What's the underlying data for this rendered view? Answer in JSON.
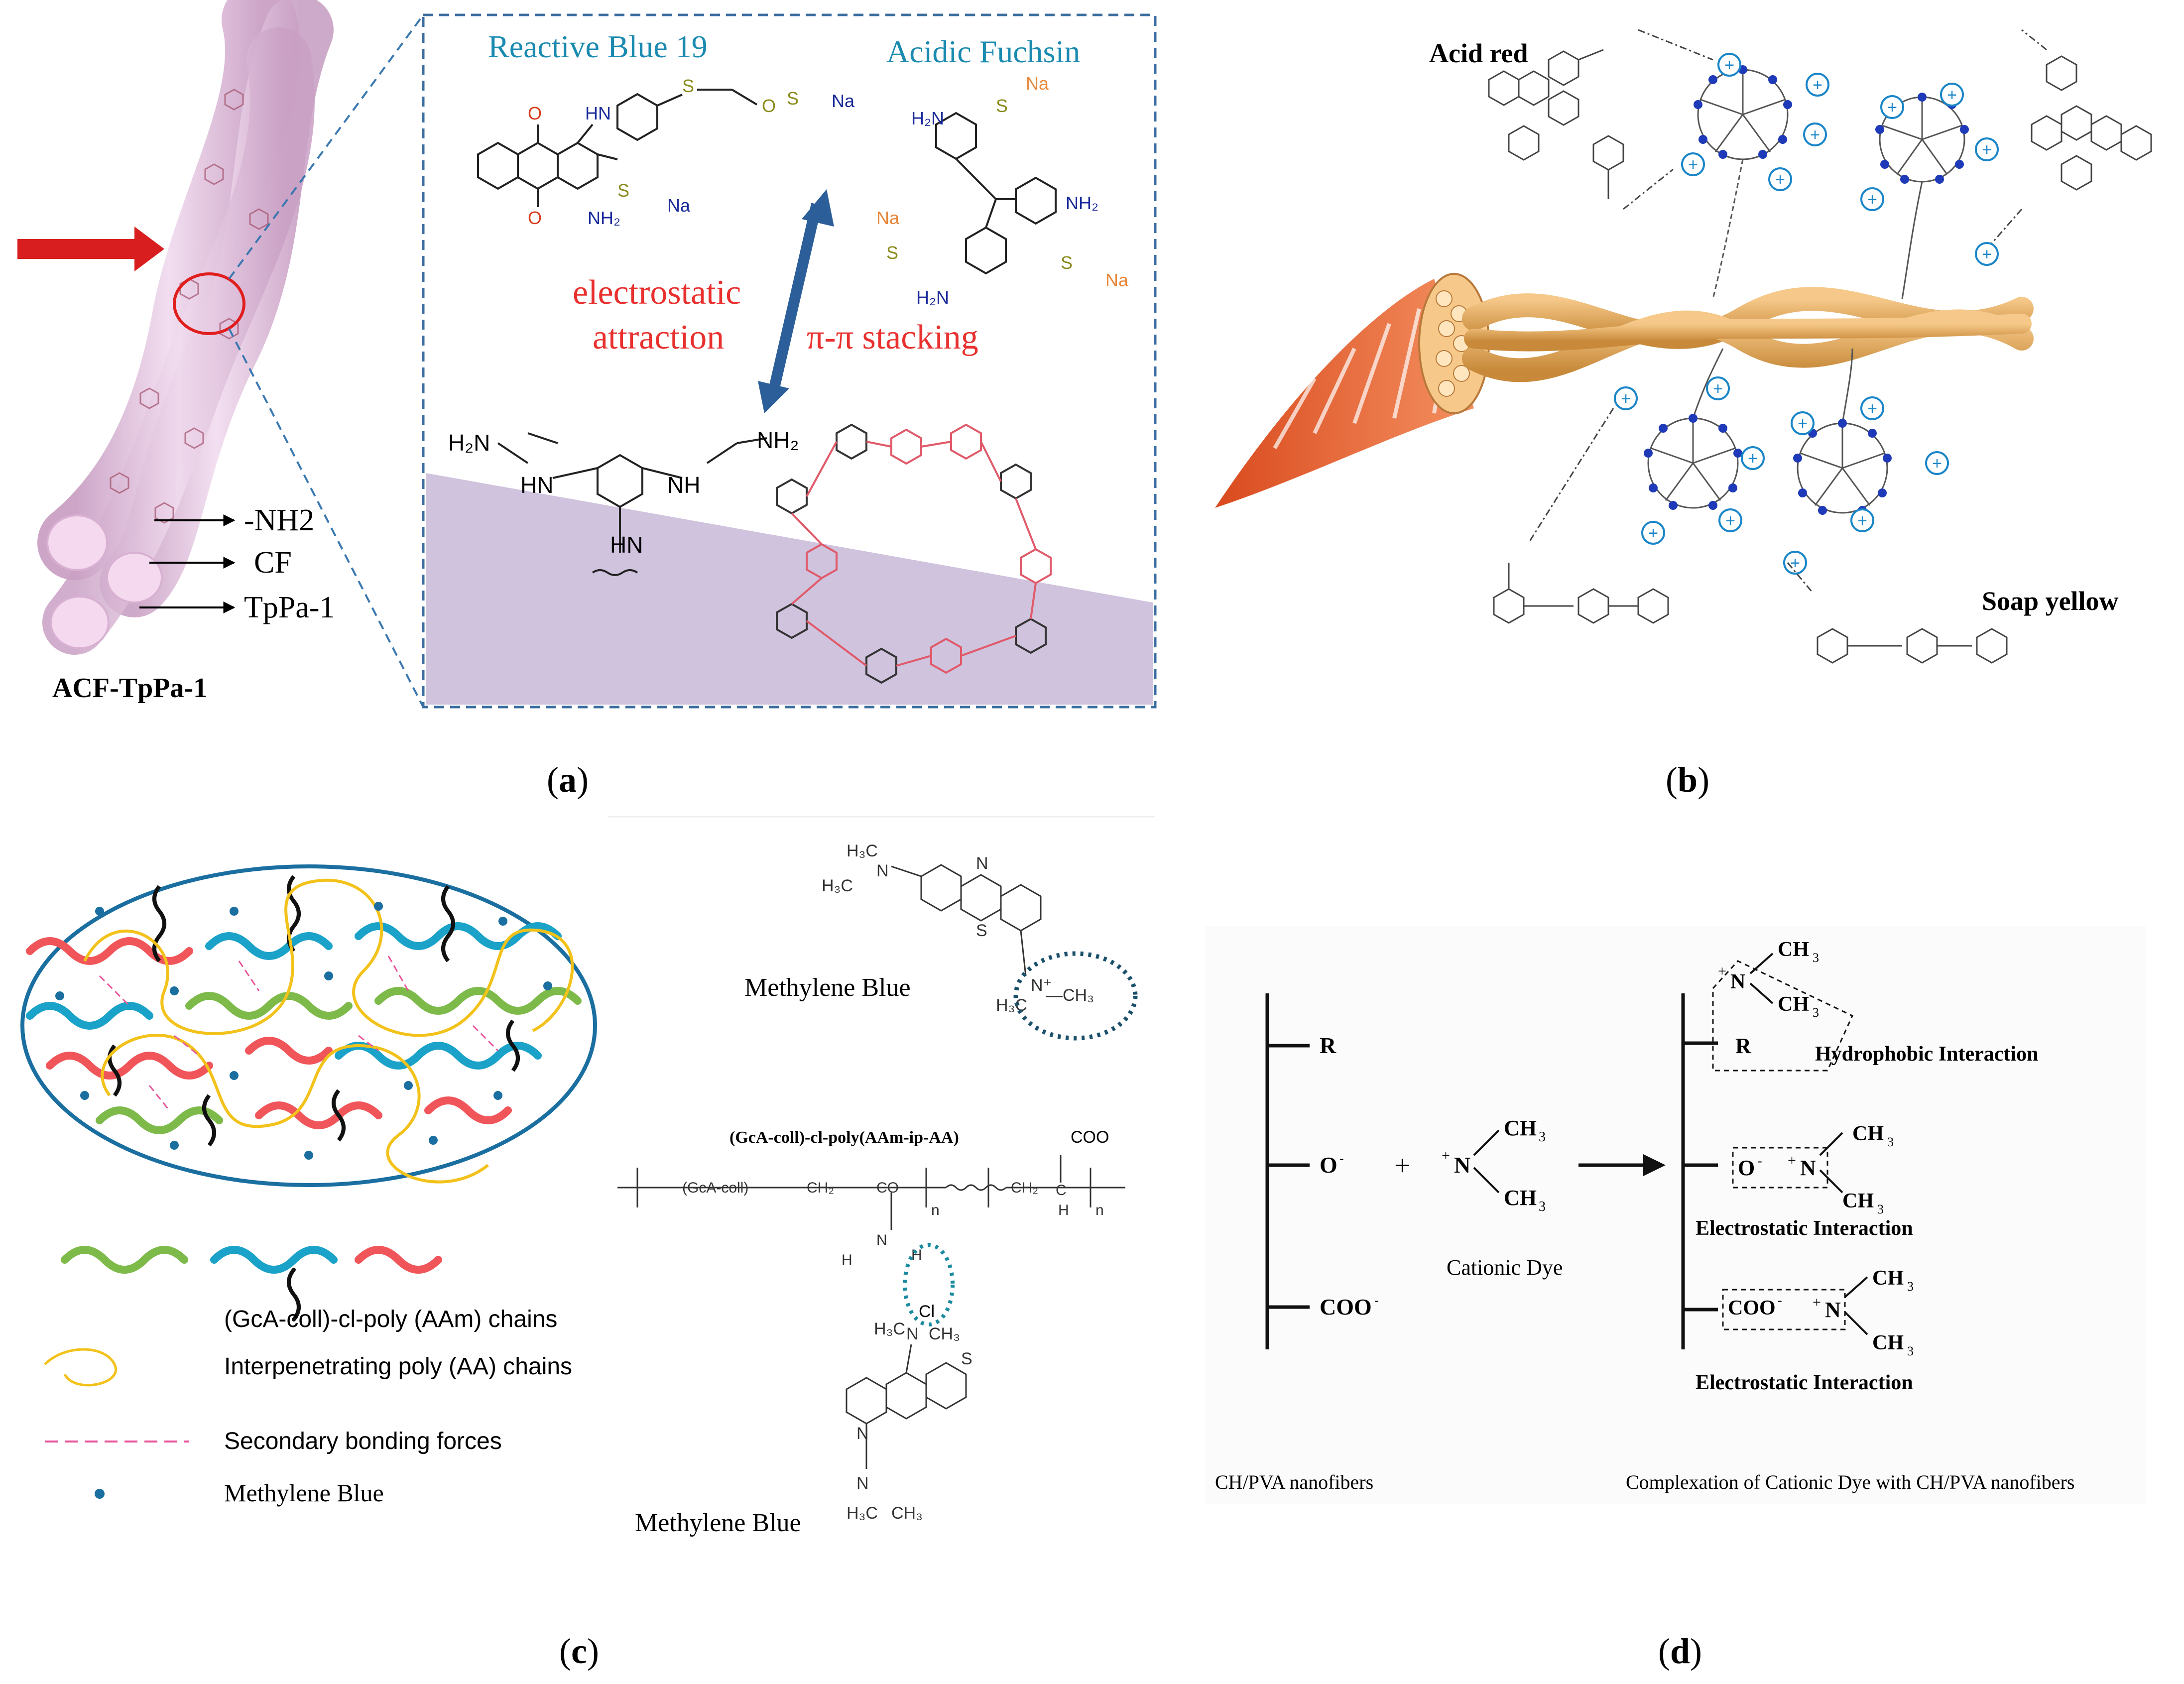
{
  "panels": {
    "a": {
      "caption_open": "(",
      "caption_letter": "a",
      "caption_close": ")",
      "fiber_label": "ACF-TpPa-1",
      "legend": [
        "-NH2",
        "CF",
        "TpPa-1"
      ],
      "dye1": "Reactive Blue 19",
      "dye2": "Acidic Fuchsin",
      "interaction1_line1": "electrostatic",
      "interaction1_line2": "attraction",
      "interaction2": "π-π stacking",
      "sodium": "Na",
      "colors": {
        "title": "#1a8ab0",
        "interaction": "#e8312f",
        "arrow": "#2c5f9a",
        "fiber": "#ddb8d8",
        "substrate": "#c8b8d8"
      }
    },
    "b": {
      "caption_open": "(",
      "caption_letter": "b",
      "caption_close": ")",
      "dye1": "Acid red",
      "dye2": "Soap yellow",
      "charge": "+",
      "colors": {
        "charge": "#1a86c8",
        "node": "#1e3ab8",
        "fiber": "#e8602a"
      }
    },
    "c": {
      "caption_open": "(",
      "caption_letter": "c",
      "caption_close": ")",
      "legend": [
        "(GcA-coll)-cl-poly (AAm) chains",
        "Interpenetrating poly (AA) chains",
        "Secondary bonding forces",
        "Methylene Blue"
      ],
      "dye_top": "Methylene Blue",
      "dye_bottom": "Methylene Blue",
      "polymer": "(GcA-coll)-cl-poly(AAm-ip-AA)",
      "backbone_unit": "(GcA-coll)",
      "coo": "COO",
      "chloride": "Cl",
      "colors": {
        "green": "#7dba4a",
        "cyan": "#1aa2c8",
        "red": "#f0555a",
        "yellow": "#f3c21a",
        "pink": "#e8559a",
        "dot": "#1a6fa0"
      }
    },
    "d": {
      "caption_open": "(",
      "caption_letter": "d",
      "caption_close": ")",
      "groups": [
        "R",
        "O",
        "COO"
      ],
      "plus": "+",
      "dye_label": "Cationic Dye",
      "ch3": "CH",
      "interactions": [
        "Hydrophobic Interaction",
        "Electrostatic Interaction",
        "Electrostatic Interaction"
      ],
      "left_caption": "CH/PVA nanofibers",
      "right_caption": "Complexation of Cationic Dye with CH/PVA nanofibers"
    }
  }
}
